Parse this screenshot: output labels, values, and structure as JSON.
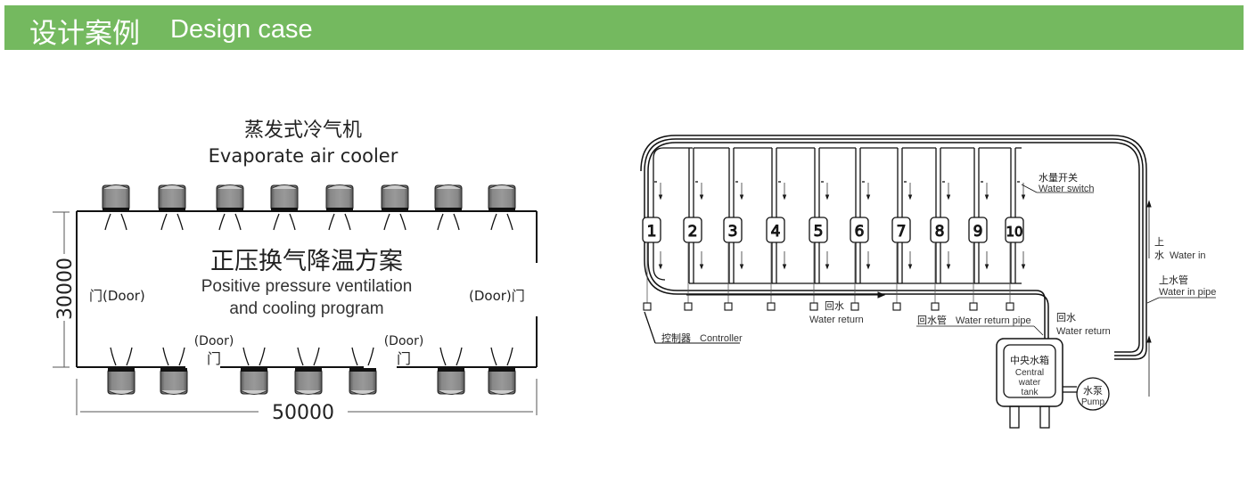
{
  "header": {
    "title_cn": "设计案例",
    "title_en": "Design case",
    "color": "#74b95f"
  },
  "left_diagram": {
    "title_cn": "蒸发式冷气机",
    "title_en": "Evaporate air cooler",
    "plan_cn": "正压换气降温方案",
    "plan_en_line1": "Positive pressure ventilation",
    "plan_en_line2": "and cooling program",
    "door_left": "门(Door)",
    "door_right": "(Door)门",
    "door_bottom_en": "(Door)",
    "door_bottom_cn": "门",
    "dim_height": "30000",
    "dim_width": "50000",
    "top_units": 8,
    "bottom_units": 7
  },
  "right_diagram": {
    "zones": [
      "1",
      "2",
      "3",
      "4",
      "5",
      "6",
      "7",
      "8",
      "9",
      "10"
    ],
    "water_switch_cn": "水量开关",
    "water_switch_en": "Water switch",
    "water_in_cn_1": "上",
    "water_in_cn_2": "水",
    "water_in_en": "Water in",
    "water_in_pipe_cn": "上水管",
    "water_in_pipe_en": "Water in pipe",
    "return_cn": "回水",
    "return_en": "Water return",
    "return_pipe_cn": "回水管",
    "return_pipe_en": "Water return pipe",
    "return2_cn": "回水",
    "return2_en": "Water return",
    "controller_cn": "控制器",
    "controller_en": "Controller",
    "tank_cn": "中央水箱",
    "tank_en_1": "Central",
    "tank_en_2": "water",
    "tank_en_3": "tank",
    "pump_cn": "水泵",
    "pump_en": "Pump"
  }
}
